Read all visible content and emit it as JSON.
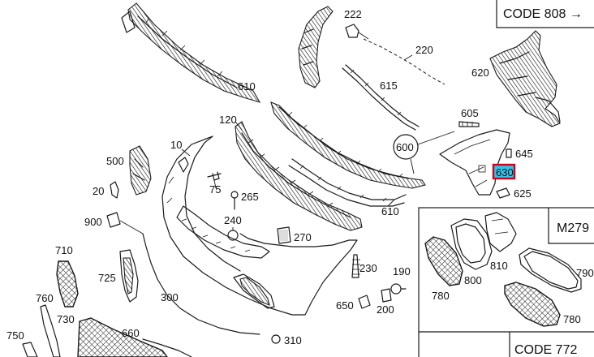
{
  "labels": {
    "p10": "10",
    "p20": "20",
    "p75": "75",
    "p120": "120",
    "p190": "190",
    "p200": "200",
    "p220": "220",
    "p222": "222",
    "p230": "230",
    "p240": "240",
    "p265": "265",
    "p270": "270",
    "p300": "300",
    "p310": "310",
    "p500": "500",
    "p600": "600",
    "p605": "605",
    "p610a": "610",
    "p610b": "610",
    "p615": "615",
    "p620": "620",
    "p625": "625",
    "p630": "630",
    "p645": "645",
    "p650": "650",
    "p660": "660",
    "p710": "710",
    "p725": "725",
    "p730": "730",
    "p750": "750",
    "p760": "760",
    "p780a": "780",
    "p780b": "780",
    "p790": "790",
    "p800": "800",
    "p810": "810",
    "p900": "900"
  },
  "codes": {
    "code808": "CODE 808 →",
    "m279": "M279",
    "code772": "CODE 772"
  },
  "colors": {
    "highlight_border": "#d0021b",
    "highlight_fill": "#33c3e8"
  }
}
